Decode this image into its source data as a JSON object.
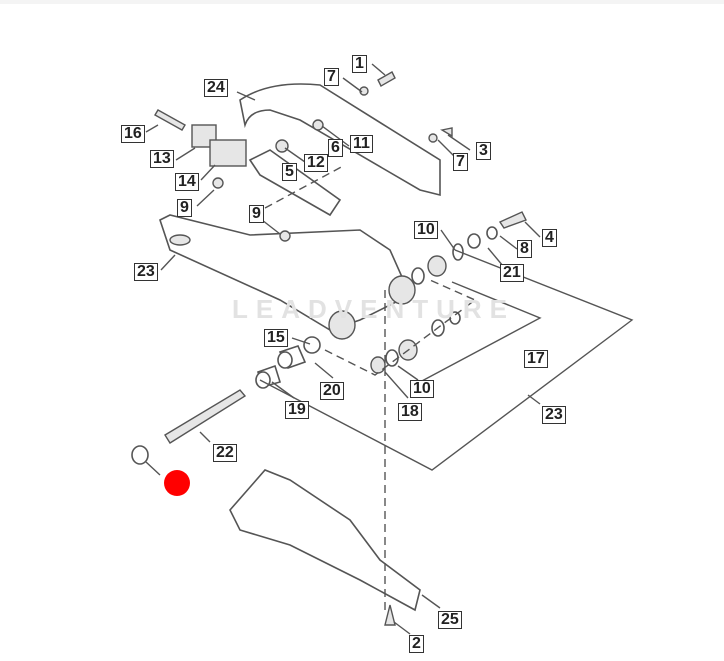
{
  "diagram": {
    "watermark": "LEADVENTURE",
    "marker_color": "#ff0000",
    "callouts": [
      "1",
      "7",
      "24",
      "16",
      "6",
      "11",
      "3",
      "7",
      "12",
      "13",
      "5",
      "14",
      "9",
      "9",
      "10",
      "4",
      "8",
      "21",
      "23",
      "15",
      "17",
      "20",
      "10",
      "19",
      "18",
      "23",
      "22",
      "25",
      "2"
    ]
  }
}
